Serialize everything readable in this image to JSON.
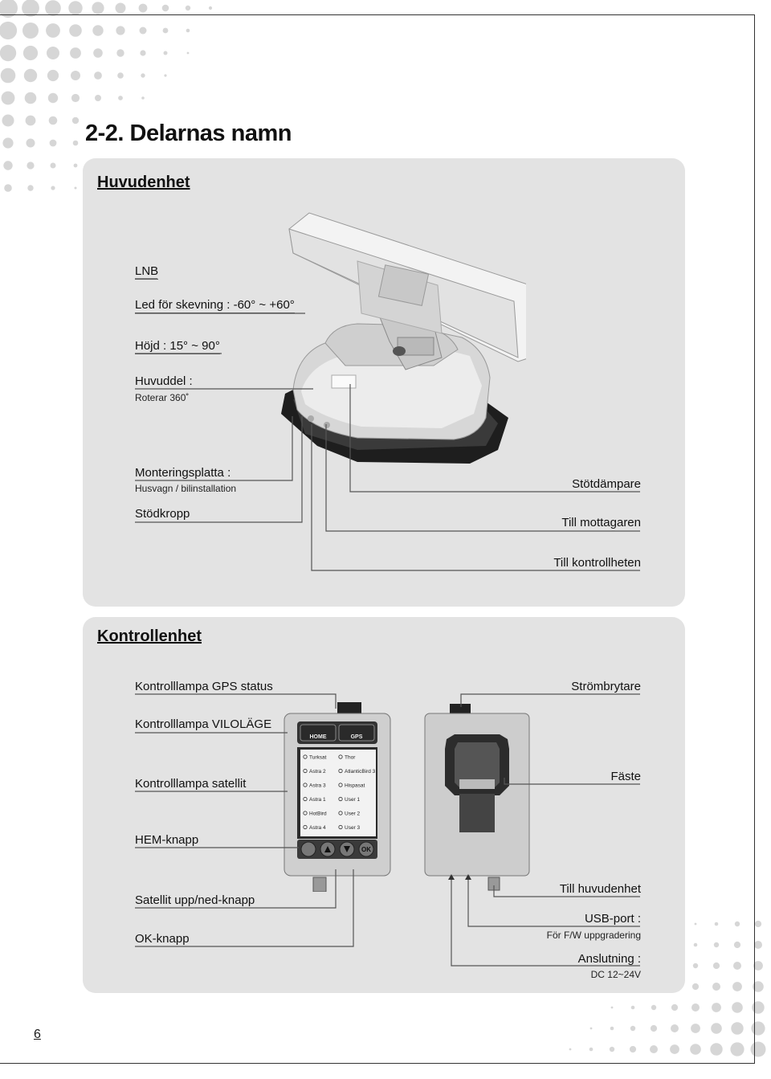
{
  "page": {
    "title": "2-2. Delarnas namn",
    "page_number": "6"
  },
  "main_unit": {
    "heading": "Huvudenhet",
    "labels": {
      "lnb": "LNB",
      "tilt": "Led för skevning : -60° ~ +60°",
      "height": "Höjd : 15° ~ 90°",
      "body": "Huvuddel :",
      "body_sub": "Roterar 360˚",
      "mount": "Monteringsplatta :",
      "mount_sub": "Husvagn / bilinstallation",
      "support": "Stödkropp",
      "damper": "Stötdämpare",
      "to_receiver": "Till mottagaren",
      "to_controller": "Till kontrollheten"
    }
  },
  "control_unit": {
    "heading": "Kontrollenhet",
    "labels": {
      "gps_lamp": "Kontrolllampa GPS status",
      "sleep_lamp": "Kontrolllampa VILOLÄGE",
      "sat_lamp": "Kontrolllampa satellit",
      "home_btn": "HEM-knapp",
      "updown_btn": "Satellit upp/ned-knapp",
      "ok_btn": "OK-knapp",
      "power_switch": "Strömbrytare",
      "bracket": "Fäste",
      "to_main": "Till huvudenhet",
      "usb": "USB-port :",
      "usb_sub": "För F/W uppgradering",
      "conn": "Anslutning :",
      "conn_sub": "DC 12~24V"
    },
    "device": {
      "home_label": "HOME",
      "gps_label": "GPS",
      "satellites_left": [
        "Turksat",
        "Astra 2",
        "Astra 3",
        "Astra 1",
        "HotBird",
        "Astra 4"
      ],
      "satellites_right": [
        "Thor",
        "AtlanticBird 3",
        "Hispasat",
        "User 1",
        "User 2",
        "User 3"
      ],
      "ok_label": "OK"
    }
  }
}
